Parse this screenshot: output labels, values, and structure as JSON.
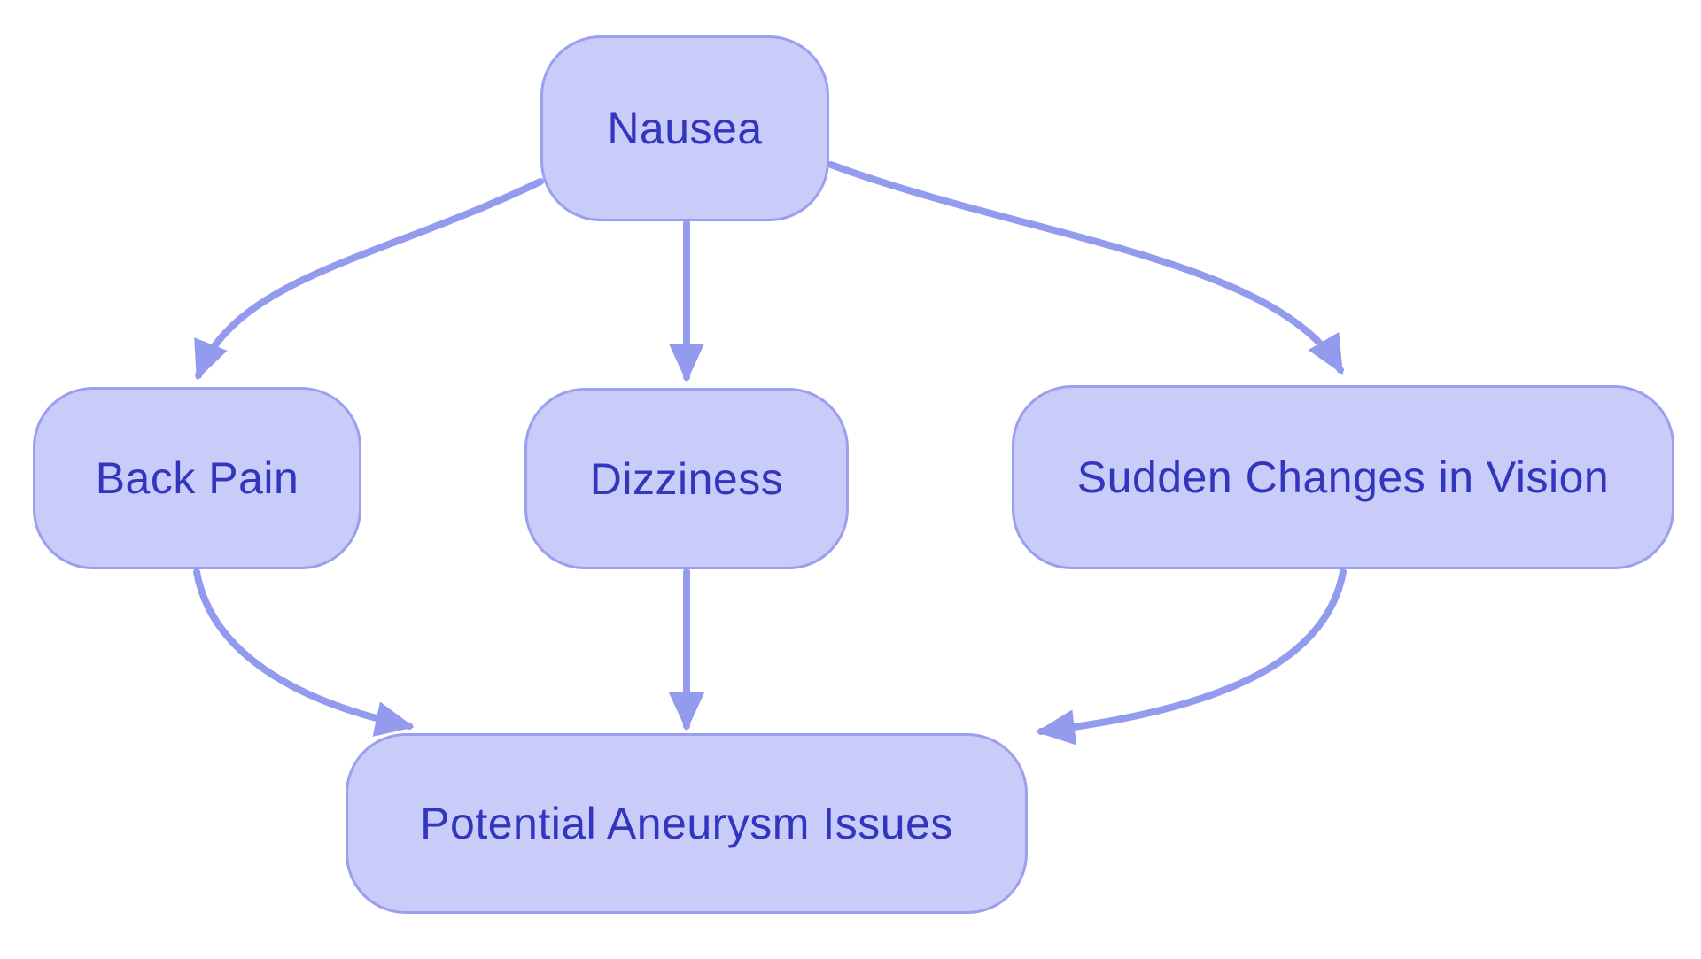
{
  "diagram": {
    "type": "flowchart",
    "direction": "top-down",
    "background": "#ffffff",
    "nodes": {
      "nausea": {
        "label": "Nausea"
      },
      "back_pain": {
        "label": "Back Pain"
      },
      "dizziness": {
        "label": "Dizziness"
      },
      "vision": {
        "label": "Sudden Changes in Vision"
      },
      "aneurysm": {
        "label": "Potential Aneurysm Issues"
      }
    },
    "edges": [
      {
        "from": "Nausea",
        "to": "Back Pain"
      },
      {
        "from": "Nausea",
        "to": "Dizziness"
      },
      {
        "from": "Nausea",
        "to": "Sudden Changes in Vision"
      },
      {
        "from": "Back Pain",
        "to": "Potential Aneurysm Issues"
      },
      {
        "from": "Dizziness",
        "to": "Potential Aneurysm Issues"
      },
      {
        "from": "Sudden Changes in Vision",
        "to": "Potential Aneurysm Issues"
      }
    ],
    "colors": {
      "node_fill": "#c9cbf8",
      "node_border": "#9aa0ee",
      "edge_stroke": "#939bee",
      "text": "#3236bf"
    }
  }
}
